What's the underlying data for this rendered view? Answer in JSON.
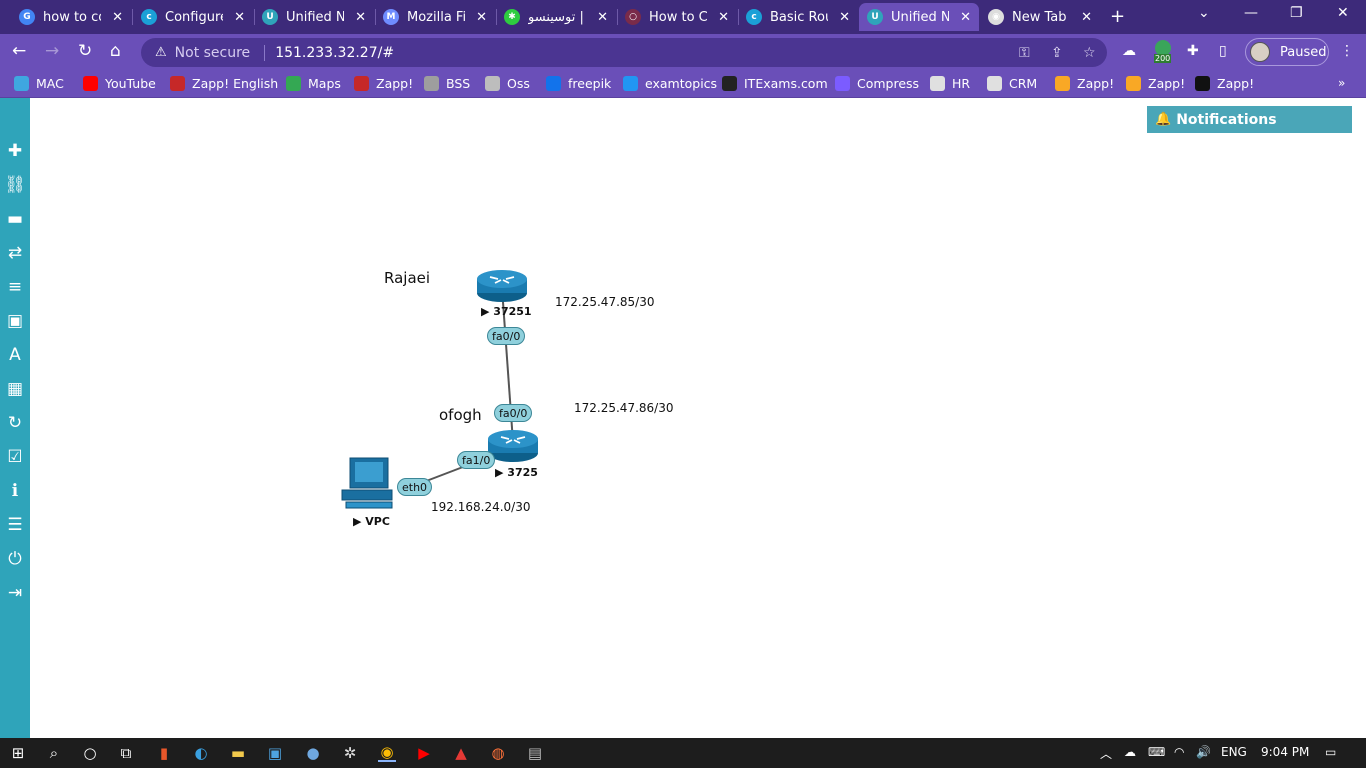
{
  "browser": {
    "tabs": [
      {
        "title": "how to con",
        "icon": "google-icon",
        "color": "#4285f4",
        "glyph": "G"
      },
      {
        "title": "Configure",
        "icon": "cisco-icon",
        "color": "#1ba0d7",
        "glyph": "c"
      },
      {
        "title": "Unified Ne",
        "icon": "unl-icon",
        "color": "#2fa4ba",
        "glyph": "U"
      },
      {
        "title": "Mozilla Fir",
        "icon": "mozilla-icon",
        "color": "#6f8cff",
        "glyph": "M"
      },
      {
        "title": "توسینسو |",
        "icon": "tosinso-icon",
        "color": "#2ecc40",
        "glyph": "✱"
      },
      {
        "title": "How to Co",
        "icon": "loading-icon",
        "color": "#7a2b4a",
        "glyph": "○"
      },
      {
        "title": "Basic Rout",
        "icon": "cisco-icon",
        "color": "#1ba0d7",
        "glyph": "c"
      },
      {
        "title": "Unified Ne",
        "icon": "unl-icon",
        "color": "#2fa4ba",
        "glyph": "U"
      },
      {
        "title": "New Tab",
        "icon": "chrome-icon",
        "color": "#dddddd",
        "glyph": "◉"
      }
    ],
    "address": {
      "warning": "Not secure",
      "url": "151.233.32.27/#"
    },
    "extension_badge": "200",
    "profile_label": "Paused",
    "bookmarks": [
      {
        "label": "MAC",
        "color": "#3fa7e0"
      },
      {
        "label": "YouTube",
        "color": "#ff0000"
      },
      {
        "label": "Zapp! English",
        "color": "#c62828"
      },
      {
        "label": "Maps",
        "color": "#34a853"
      },
      {
        "label": "Zapp!",
        "color": "#c62828"
      },
      {
        "label": "BSS",
        "color": "#9e9e9e"
      },
      {
        "label": "Oss",
        "color": "#bdbdbd"
      },
      {
        "label": "freepik",
        "color": "#1273eb"
      },
      {
        "label": "examtopics",
        "color": "#2196f3"
      },
      {
        "label": "ITExams.com",
        "color": "#222222"
      },
      {
        "label": "Compress",
        "color": "#7b5cff"
      },
      {
        "label": "HR",
        "color": "#e0e0e0"
      },
      {
        "label": "CRM",
        "color": "#e0e0e0"
      },
      {
        "label": "Zapp!",
        "color": "#f9a825"
      },
      {
        "label": "Zapp!",
        "color": "#f9a825"
      },
      {
        "label": "Zapp!",
        "color": "#111111"
      }
    ]
  },
  "notifications": {
    "title": "Notifications"
  },
  "topology": {
    "labels": {
      "rajaei": "Rajaei",
      "ofogh": "ofogh",
      "net1": "172.25.47.85/30",
      "net2": "172.25.47.86/30",
      "net3": "192.168.24.0/30"
    },
    "devices": {
      "router1": "▶ 37251",
      "router2": "▶ 3725",
      "vpc": "▶ VPC"
    },
    "interfaces": {
      "r1_fa00": "fa0/0",
      "r2_fa00": "fa0/0",
      "r2_fa10": "fa1/0",
      "vpc_eth0": "eth0"
    }
  },
  "taskbar": {
    "lang": "ENG",
    "time": "9:04 PM"
  }
}
